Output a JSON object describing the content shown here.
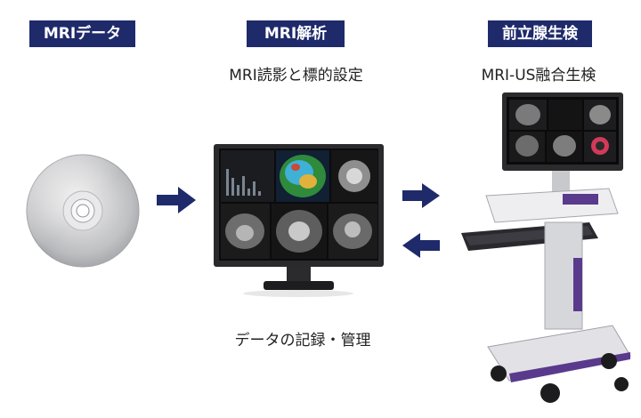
{
  "steps": {
    "mri_data": {
      "label": "MRIデータ"
    },
    "mri_analysis": {
      "label": "MRI解析",
      "caption": "MRI読影と標的設定",
      "footer": "データの記録・管理"
    },
    "biopsy": {
      "label": "前立腺生検",
      "caption": "MRI-US融合生検"
    }
  },
  "colors": {
    "label_bg": "#1f2a6b",
    "arrow": "#1f2a6b",
    "cart_accent": "#5a3a8c"
  },
  "icons": {
    "disc": "cd-disc-icon",
    "monitor": "workstation-monitor-icon",
    "cart": "ultrasound-cart-icon",
    "arrow": "arrow-icon"
  }
}
